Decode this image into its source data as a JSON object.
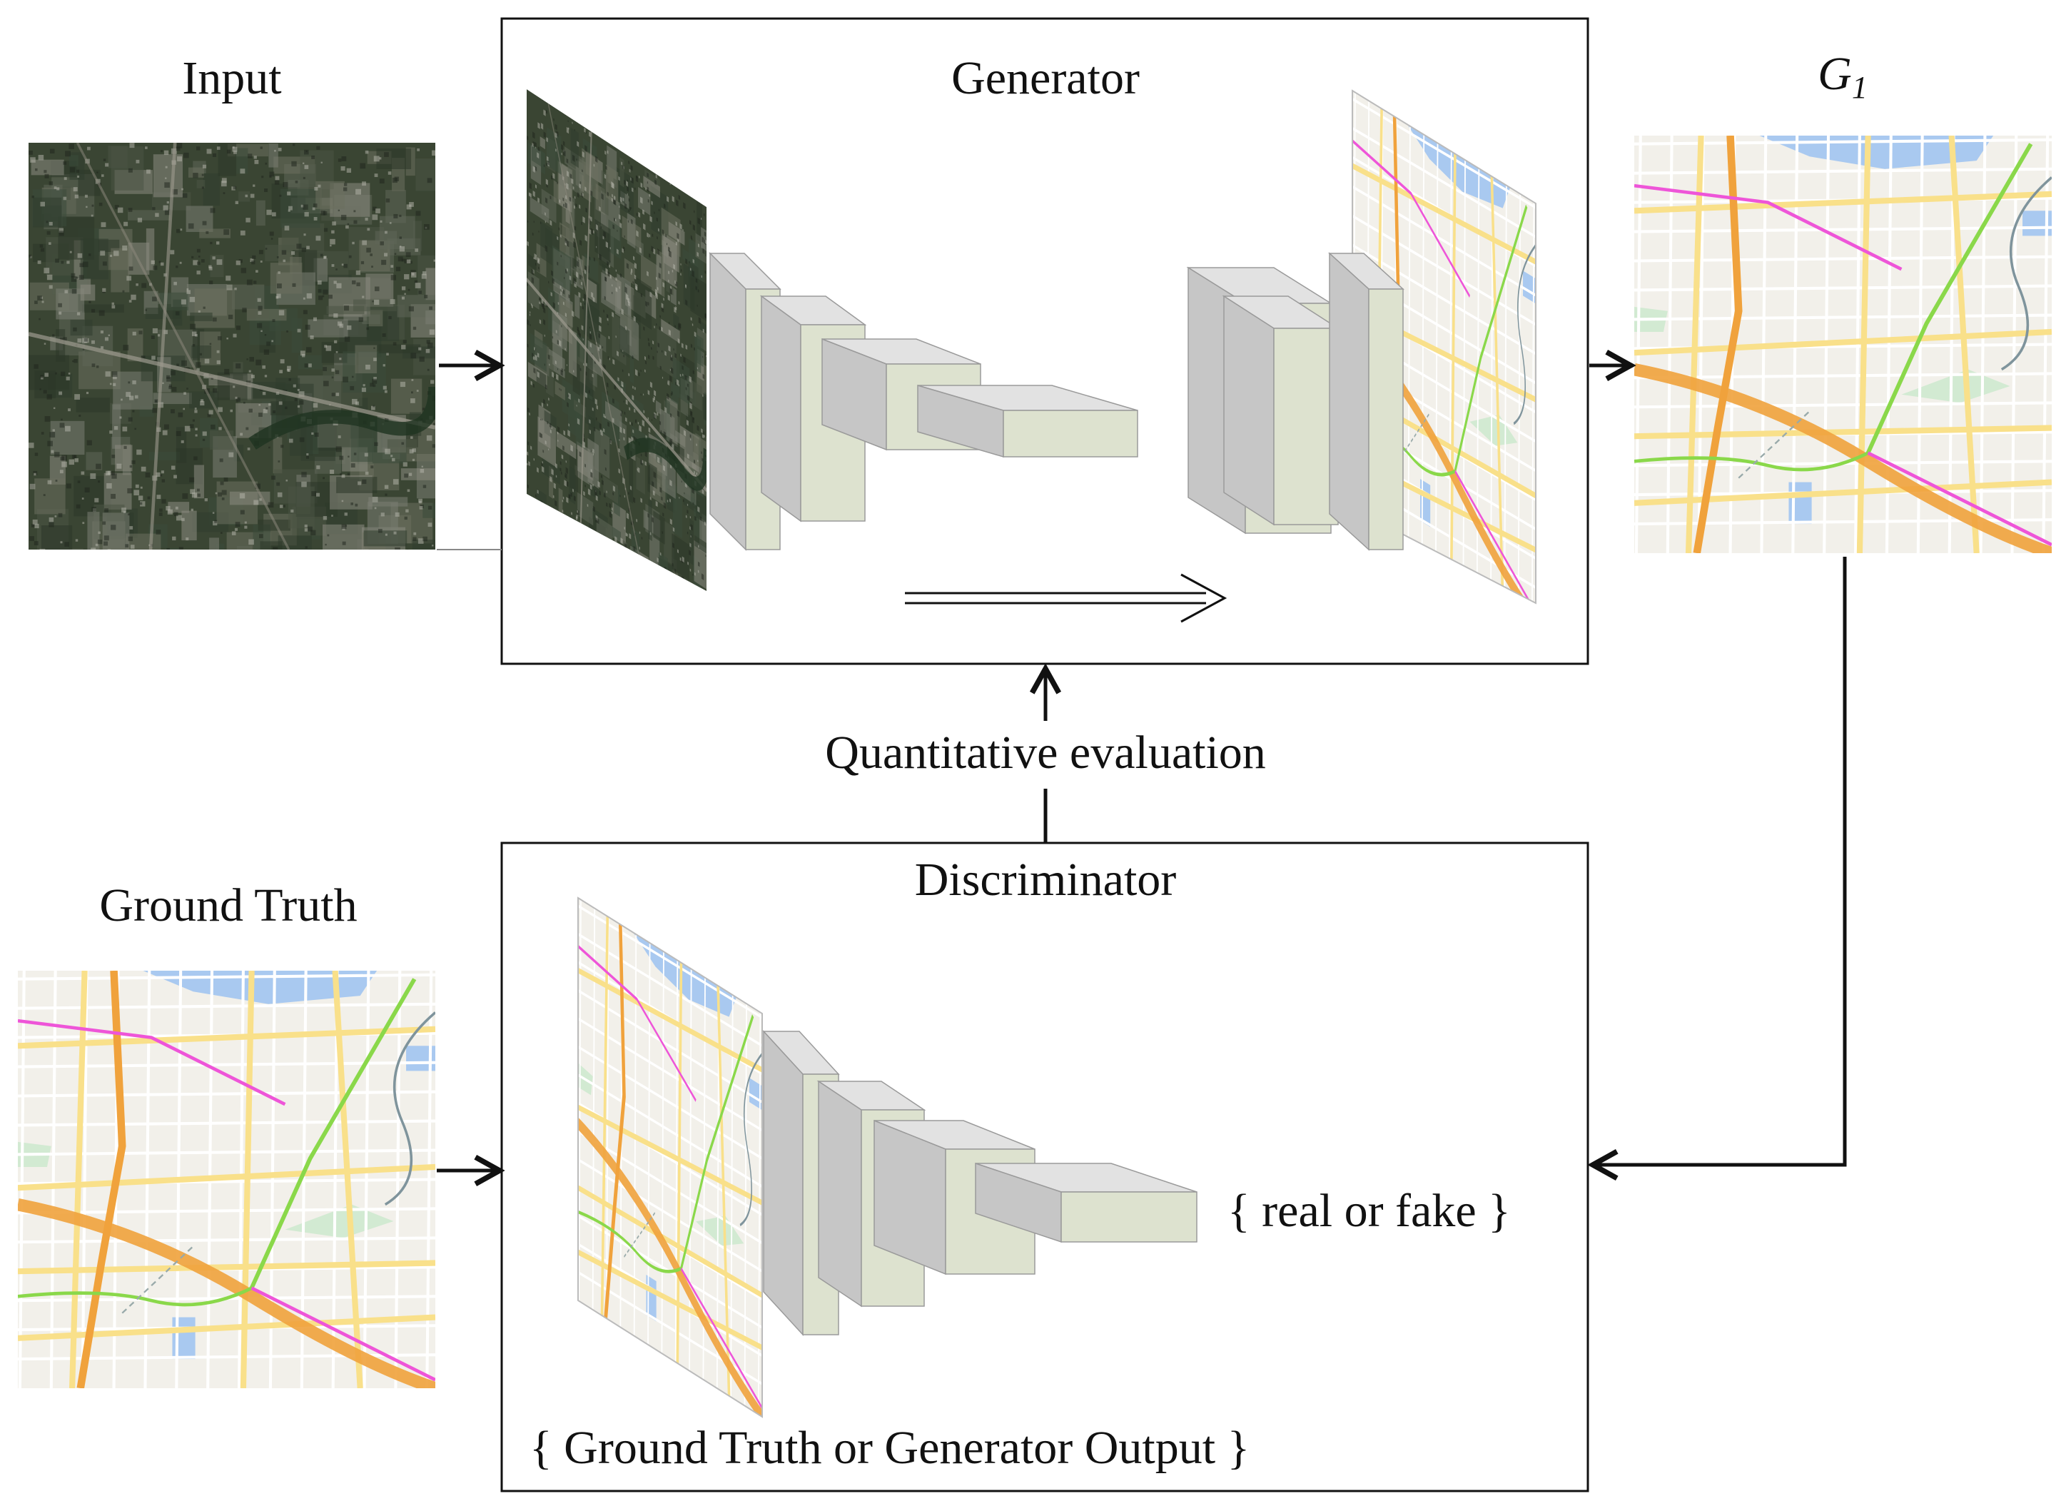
{
  "labels": {
    "input": "Input",
    "generator": "Generator",
    "g1_base": "G",
    "g1_sub": "1",
    "ground_truth": "Ground Truth",
    "discriminator": "Discriminator",
    "quantitative_evaluation": "Quantitative evaluation",
    "real_or_fake": "{ real or fake }",
    "discriminator_input": "{ Ground Truth or Generator Output }"
  },
  "colors": {
    "layer_front": "#dde2cf",
    "layer_side": "#c6c6c6",
    "layer_top": "#e2e2e2",
    "satellite_base": "#3a4533",
    "map_background": "#f2f0ea",
    "road_minor": "#ffffff",
    "road_major": "#f9e08a",
    "road_highway": "#f0a23c",
    "road_magenta": "#ee55d8",
    "road_green": "#8ad84a",
    "water": "#a9c9f0",
    "park": "#d2ead2",
    "rail": "#7f949c"
  },
  "icons": {
    "arrows": "arrow-right-icon",
    "up_arrow": "arrow-up-icon",
    "skip": "double-arrow-icon"
  }
}
